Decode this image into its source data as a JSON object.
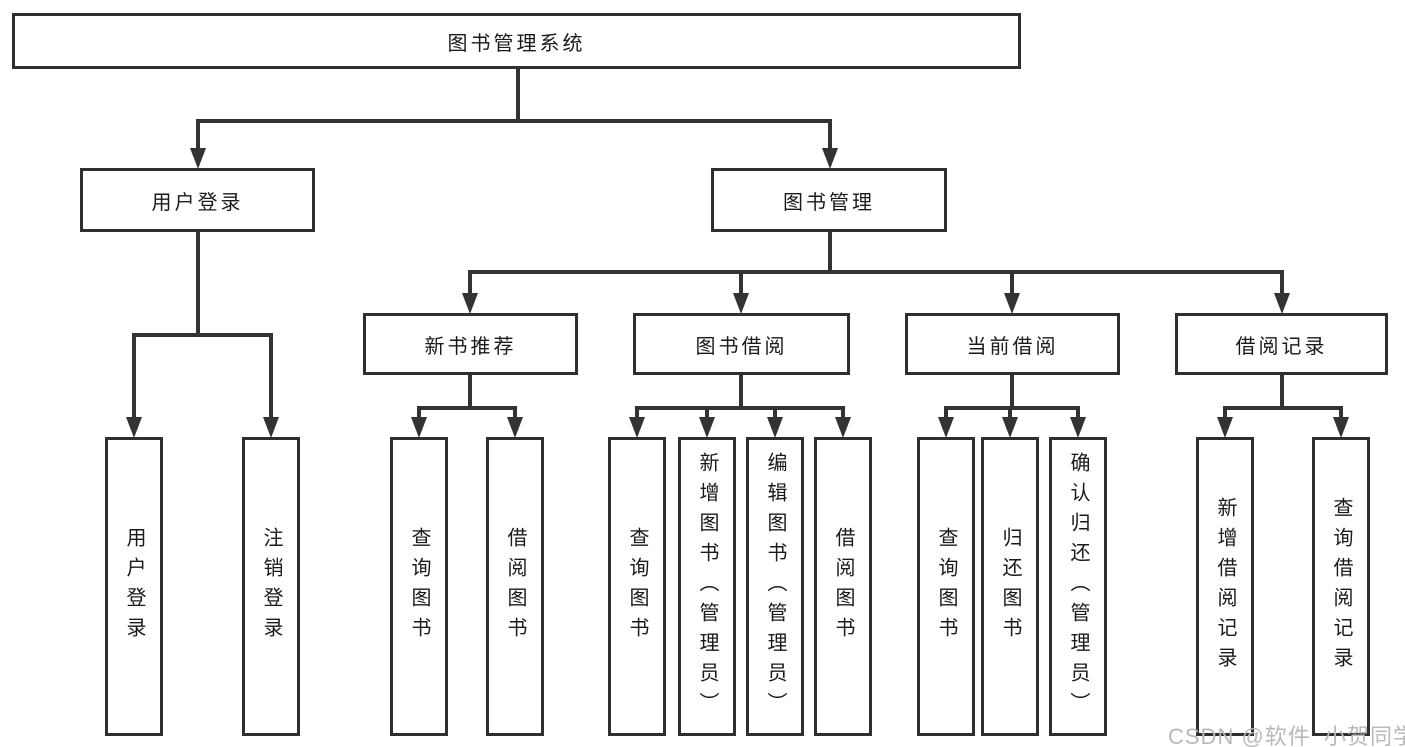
{
  "diagram_title": "图书管理系统",
  "colors": {
    "background": "#ffffff",
    "box_border": "#2f2f2f",
    "line": "#333333",
    "text": "#1a1a1a",
    "watermark": "#b9b9b9"
  },
  "nodes": {
    "root": {
      "label": "图书管理系统"
    },
    "level2": [
      {
        "label": "用户登录",
        "parent": "图书管理系统"
      },
      {
        "label": "图书管理",
        "parent": "图书管理系统"
      }
    ],
    "level3": [
      {
        "label": "新书推荐",
        "parent": "图书管理"
      },
      {
        "label": "图书借阅",
        "parent": "图书管理"
      },
      {
        "label": "当前借阅",
        "parent": "图书管理"
      },
      {
        "label": "借阅记录",
        "parent": "图书管理"
      }
    ],
    "leaves": [
      {
        "label": "用户登录",
        "parent": "用户登录"
      },
      {
        "label": "注销登录",
        "parent": "用户登录"
      },
      {
        "label": "查询图书",
        "parent": "新书推荐"
      },
      {
        "label": "借阅图书",
        "parent": "新书推荐"
      },
      {
        "label": "查询图书",
        "parent": "图书借阅"
      },
      {
        "label": "新增图书（管理员）",
        "parent": "图书借阅"
      },
      {
        "label": "编辑图书（管理员）",
        "parent": "图书借阅"
      },
      {
        "label": "借阅图书",
        "parent": "图书借阅"
      },
      {
        "label": "查询图书",
        "parent": "当前借阅"
      },
      {
        "label": "归还图书",
        "parent": "当前借阅"
      },
      {
        "label": "确认归还（管理员）",
        "parent": "当前借阅"
      },
      {
        "label": "新增借阅记录",
        "parent": "借阅记录"
      },
      {
        "label": "查询借阅记录",
        "parent": "借阅记录"
      }
    ]
  },
  "watermark": {
    "text": "CSDN @软件_小贺同学"
  }
}
